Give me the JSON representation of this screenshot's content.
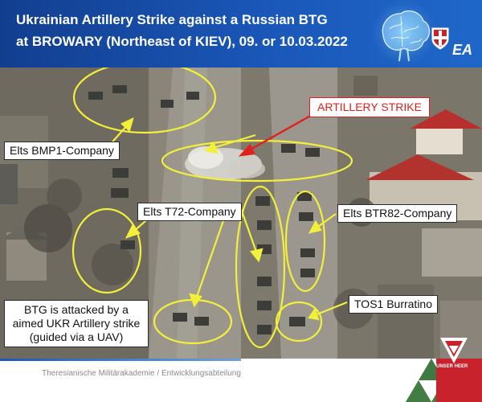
{
  "header": {
    "title_line1": "Ukrainian Artillery Strike against a Russian BTG",
    "title_line2": "at BROWARY (Northeast of KIEV), 09. or 10.03.2022",
    "logo_text": "EA"
  },
  "callouts": {
    "artillery_strike": "ARTILLERY STRIKE",
    "bmp1_company": "Elts BMP1-Company",
    "t72_company": "Elts T72-Company",
    "btr82_company": "Elts BTR82-Company",
    "tos1": "TOS1 Burratino",
    "btg_attacked": "BTG is attacked by a aimed UKR Artillery strike (guided via a UAV)"
  },
  "footer": {
    "institution": "Theresianische Militärakademie / Entwicklungsabteilung",
    "emblem_label": "UNSER HEER"
  },
  "colors": {
    "banner_blue": "#1a57b8",
    "annotation_yellow": "#f3f03a",
    "strike_red": "#e0201c"
  },
  "icons": [
    "brain-icon",
    "crest-icon",
    "unser-heer-emblem"
  ]
}
